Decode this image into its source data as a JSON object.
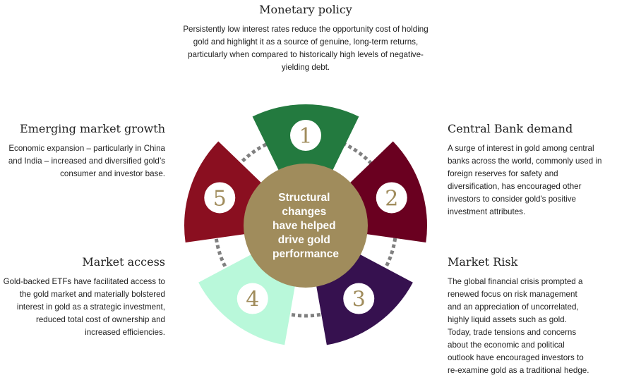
{
  "center": {
    "lines": [
      "Structural",
      "changes",
      "have helped",
      "drive gold",
      "performance"
    ],
    "color": "#a08c5c"
  },
  "segments": [
    {
      "number": "1",
      "color": "#237a3f"
    },
    {
      "number": "2",
      "color": "#6a0020"
    },
    {
      "number": "3",
      "color": "#36114f"
    },
    {
      "number": "4",
      "color": "#b9f8da"
    },
    {
      "number": "5",
      "color": "#8a0f20"
    }
  ],
  "sections": {
    "monetary": {
      "title": "Monetary policy",
      "body": "Persistently low interest rates reduce the opportunity cost of holding gold and highlight it as a source of genuine, long-term returns, particularly when compared to historically high levels of negative-yielding debt."
    },
    "central_bank": {
      "title": "Central Bank demand",
      "body": "A surge of interest in gold among central banks across the world, commonly used in foreign reserves for safety and diversification, has encouraged other investors to consider gold's positive investment attributes."
    },
    "market_risk": {
      "title": "Market Risk",
      "body": "The global financial crisis prompted a renewed focus on risk management and an appreciation of uncorrelated, highly liquid assets such as gold. Today, trade tensions and concerns about the economic and political outlook have encouraged investors to re-examine gold as a traditional hedge."
    },
    "market_access": {
      "title": "Market access",
      "body": "Gold-backed ETFs have facilitated access to the gold market and materially bolstered interest in gold as a strategic investment, reduced total cost of ownership and increased efficiencies."
    },
    "emerging": {
      "title": "Emerging market growth",
      "body": "Economic expansion – particularly in China and India – increased and diversified gold’s consumer and investor base."
    }
  }
}
